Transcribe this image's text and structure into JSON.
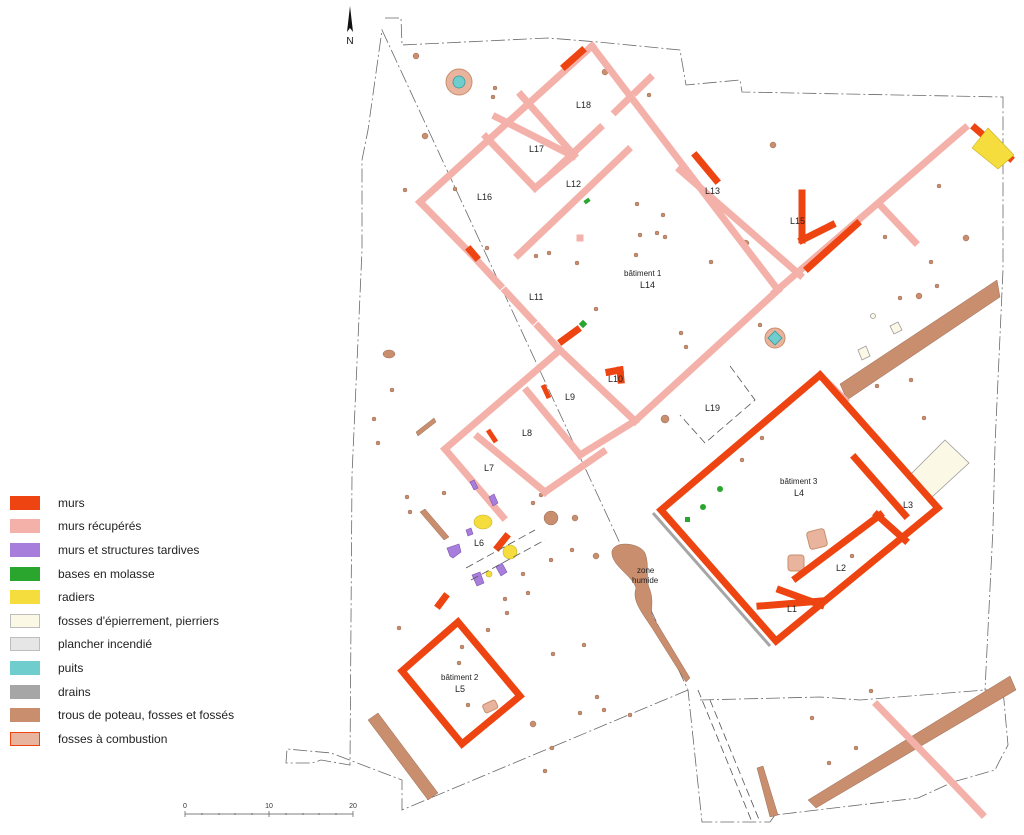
{
  "north": "N",
  "colors": {
    "murs": "#ee4411",
    "murs_recuperes": "#f4b1aa",
    "murs_tardifs": "#a77edb",
    "molasse": "#2aa62f",
    "radiers": "#f4dd3c",
    "fosses_epierrement": "#fcf8e6",
    "plancher": "#e6e6e6",
    "puits": "#6fcdcd",
    "drains": "#a6a6a6",
    "trous": "#c88e6e",
    "combustion_fill": "#e8b49e",
    "combustion_stroke": "#ee4411",
    "outline": "#6a6a6a"
  },
  "legend": {
    "items": [
      {
        "key": "murs",
        "label": "murs",
        "swatch": "#ee4411",
        "border": "#ee4411"
      },
      {
        "key": "murs_recuperes",
        "label": "murs récupérés",
        "swatch": "#f4b1aa",
        "border": "#f4b1aa"
      },
      {
        "key": "murs_tardifs",
        "label": "murs et structures tardives",
        "swatch": "#a77edb",
        "border": "#a77edb"
      },
      {
        "key": "molasse",
        "label": "bases en molasse",
        "swatch": "#2aa62f",
        "border": "#2aa62f"
      },
      {
        "key": "radiers",
        "label": "radiers",
        "swatch": "#f4dd3c",
        "border": "#f4dd3c"
      },
      {
        "key": "fosses",
        "label": "fosses d'épierrement, pierriers",
        "swatch": "#fcf8e6",
        "border": "#bdbdbd"
      },
      {
        "key": "plancher",
        "label": "plancher incendié",
        "swatch": "#e6e6e6",
        "border": "#bdbdbd"
      },
      {
        "key": "puits",
        "label": "puits",
        "swatch": "#6fcdcd",
        "border": "#6fcdcd"
      },
      {
        "key": "drains",
        "label": "drains",
        "swatch": "#a6a6a6",
        "border": "#a6a6a6"
      },
      {
        "key": "trous",
        "label": "trous de poteau, fosses et fossés",
        "swatch": "#c88e6e",
        "border": "#c88e6e"
      },
      {
        "key": "combustion",
        "label": "fosses à combustion",
        "swatch": "#e8b49e",
        "border": "#ee4411"
      }
    ]
  },
  "scale": {
    "ticks": [
      "0",
      "10",
      "20"
    ]
  },
  "labels": {
    "L18": "L18",
    "L17": "L17",
    "L16": "L16",
    "L12": "L12",
    "L13": "L13",
    "L15": "L15",
    "b1_name": "bâtiment 1",
    "b1_room": "L14",
    "L11": "L11",
    "L10": "L10",
    "L9": "L9",
    "L8": "L8",
    "L7": "L7",
    "L6": "L6",
    "L19": "L19",
    "b3_name": "bâtiment 3",
    "b3_room": "L4",
    "L3": "L3",
    "L2": "L2",
    "L1": "L1",
    "zone_1": "zone",
    "zone_2": "humide",
    "b2_name": "bâtiment 2",
    "b2_room": "L5"
  }
}
